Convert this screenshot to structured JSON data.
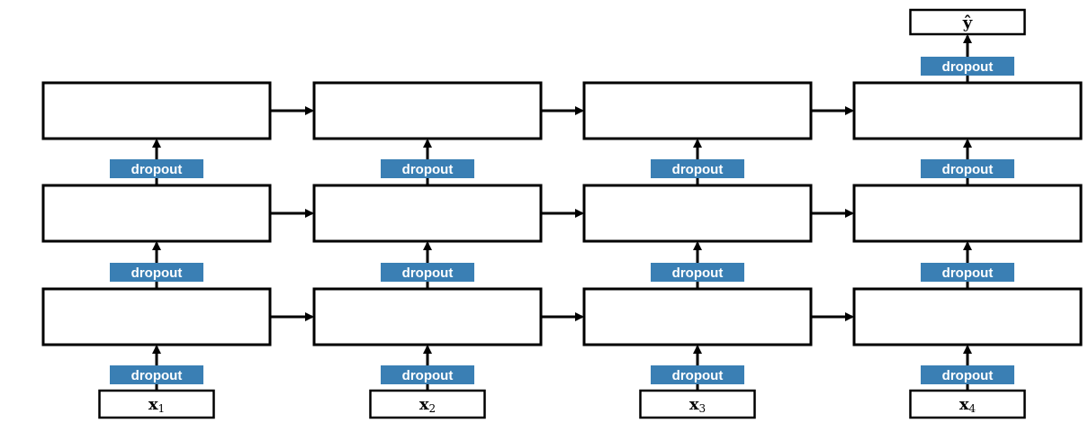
{
  "diagram": {
    "output_label": "ŷ",
    "dropout_label": "dropout",
    "inputs": [
      {
        "base": "x",
        "sub": "1"
      },
      {
        "base": "x",
        "sub": "2"
      },
      {
        "base": "x",
        "sub": "3"
      },
      {
        "base": "x",
        "sub": "4"
      }
    ],
    "layers": 3,
    "timesteps": 4,
    "colors": {
      "dropout_fill": "#3a7fb4",
      "dropout_text": "#ffffff",
      "stroke": "#000000"
    }
  }
}
